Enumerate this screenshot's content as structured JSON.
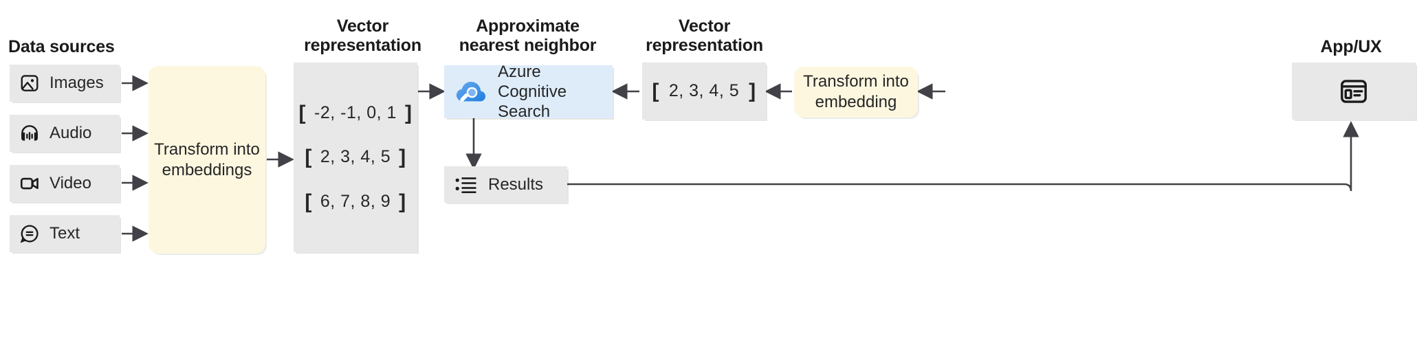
{
  "diagram": {
    "title": "Azure Cognitive Search vector search flow",
    "colors": {
      "grey_box": "#e8e8e8",
      "cream_box": "#fdf7e0",
      "blue_box": "#deecfa",
      "azure_blue": "#2f8fe3",
      "arrow": "#414147",
      "text": "#262626"
    }
  },
  "headings": {
    "data_sources": "Data sources",
    "vector_representation_left": "Vector\nrepresentation",
    "approximate_nearest_neighbor": "Approximate\nnearest neighbor",
    "vector_representation_right": "Vector\nrepresentation",
    "app_ux": "App/UX"
  },
  "sources": [
    {
      "label": "Images",
      "icon": "image-icon"
    },
    {
      "label": "Audio",
      "icon": "headphones-icon"
    },
    {
      "label": "Video",
      "icon": "video-camera-icon"
    },
    {
      "label": "Text",
      "icon": "chat-bubble-icon"
    }
  ],
  "transform_left": {
    "label": "Transform into\nembeddings"
  },
  "vectors_left": [
    {
      "open": "[",
      "values": "-2, -1, 0, 1",
      "close": "]"
    },
    {
      "open": "[",
      "values": "2, 3, 4, 5",
      "close": "]"
    },
    {
      "open": "[",
      "values": "6, 7, 8, 9",
      "close": "]"
    }
  ],
  "search_service": {
    "label": "Azure Cognitive\nSearch",
    "icon": "azure-cognitive-search-icon"
  },
  "results": {
    "label": "Results",
    "icon": "bulleted-list-icon"
  },
  "vector_right": {
    "open": "[",
    "values": "2, 3, 4, 5",
    "close": "]"
  },
  "transform_right": {
    "label": "Transform into\nembedding"
  },
  "app_ux_box": {
    "icon": "app-window-icon"
  }
}
